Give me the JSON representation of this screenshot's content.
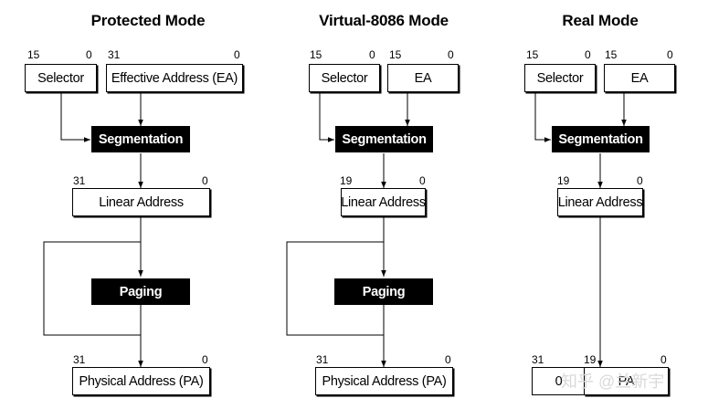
{
  "protected": {
    "title": "Protected Mode",
    "selector_label": "Selector",
    "selector_hi": "15",
    "selector_lo": "0",
    "ea_label": "Effective Address (EA)",
    "ea_hi": "31",
    "ea_lo": "0",
    "seg_label": "Segmentation",
    "linear_label": "Linear Address",
    "linear_hi": "31",
    "linear_lo": "0",
    "paging_label": "Paging",
    "physical_label": "Physical Address (PA)",
    "physical_hi": "31",
    "physical_lo": "0"
  },
  "v86": {
    "title": "Virtual-8086 Mode",
    "selector_label": "Selector",
    "selector_hi": "15",
    "selector_lo": "0",
    "ea_label": "EA",
    "ea_hi": "15",
    "ea_lo": "0",
    "seg_label": "Segmentation",
    "linear_label": "Linear Address",
    "linear_hi": "19",
    "linear_lo": "0",
    "paging_label": "Paging",
    "physical_label": "Physical Address (PA)",
    "physical_hi": "31",
    "physical_lo": "0"
  },
  "real": {
    "title": "Real Mode",
    "selector_label": "Selector",
    "selector_hi": "15",
    "selector_lo": "0",
    "ea_label": "EA",
    "ea_hi": "15",
    "ea_lo": "0",
    "seg_label": "Segmentation",
    "linear_label": "Linear Address",
    "linear_hi": "19",
    "linear_lo": "0",
    "physical_zero": "0",
    "physical_pa": "PA",
    "physical_hi": "31",
    "physical_mid": "19",
    "physical_lo": "0"
  },
  "watermark": "知乎 @兰新宇"
}
